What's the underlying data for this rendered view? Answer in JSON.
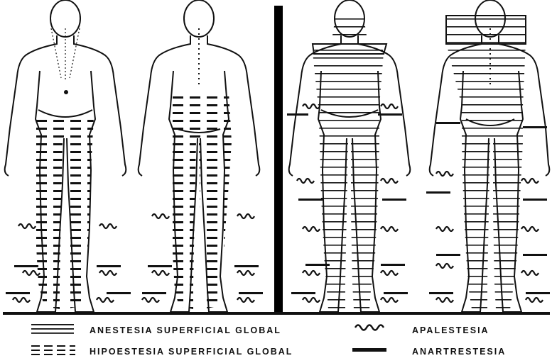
{
  "colors": {
    "ink": "#111111",
    "paper": "#ffffff",
    "divider": "#000000"
  },
  "legend": [
    {
      "symbol": "solid-lines",
      "label": "ANESTESIA   SUPERFICIAL   GLOBAL"
    },
    {
      "symbol": "dashed-lines",
      "label": "HIPOESTESIA   SUPERFICIAL   GLOBAL"
    },
    {
      "symbol": "wave",
      "label": "APALESTESIA"
    },
    {
      "symbol": "thick-bar",
      "label": "ANARTRESTESIA"
    }
  ],
  "panels": [
    {
      "side": "left",
      "views": [
        "front",
        "back"
      ],
      "fill": "dashed-lines"
    },
    {
      "side": "right",
      "views": [
        "front",
        "back"
      ],
      "fill": "solid-lines"
    }
  ]
}
